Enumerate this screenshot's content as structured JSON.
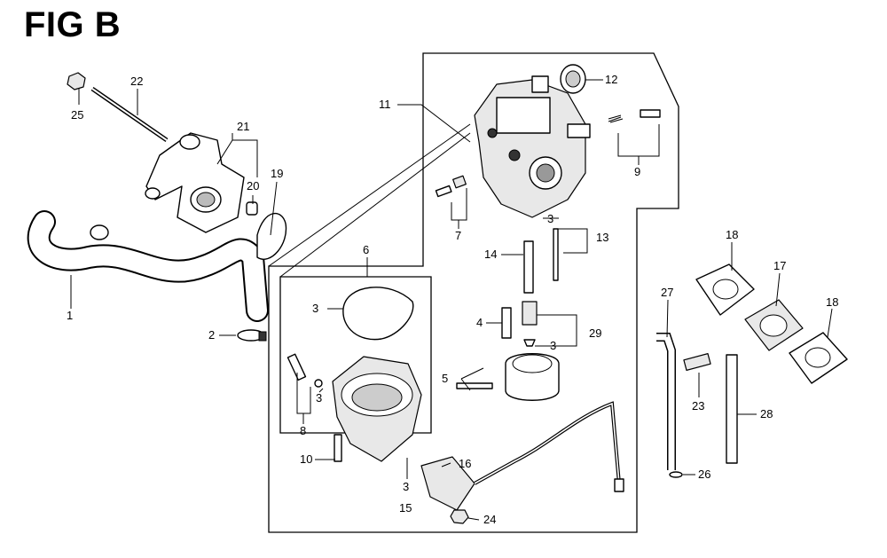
{
  "figure": {
    "title": "FIG B"
  },
  "callouts": [
    {
      "id": "c1",
      "text": "1"
    },
    {
      "id": "c2",
      "text": "2"
    },
    {
      "id": "c3a",
      "text": "3"
    },
    {
      "id": "c3b",
      "text": "3"
    },
    {
      "id": "c3c",
      "text": "3"
    },
    {
      "id": "c3d",
      "text": "3"
    },
    {
      "id": "c3e",
      "text": "3"
    },
    {
      "id": "c4",
      "text": "4"
    },
    {
      "id": "c5",
      "text": "5"
    },
    {
      "id": "c6",
      "text": "6"
    },
    {
      "id": "c7",
      "text": "7"
    },
    {
      "id": "c8",
      "text": "8"
    },
    {
      "id": "c9",
      "text": "9"
    },
    {
      "id": "c10",
      "text": "10"
    },
    {
      "id": "c11",
      "text": "11"
    },
    {
      "id": "c12",
      "text": "12"
    },
    {
      "id": "c13",
      "text": "13"
    },
    {
      "id": "c14",
      "text": "14"
    },
    {
      "id": "c15",
      "text": "15"
    },
    {
      "id": "c16",
      "text": "16"
    },
    {
      "id": "c17",
      "text": "17"
    },
    {
      "id": "c18a",
      "text": "18"
    },
    {
      "id": "c18b",
      "text": "18"
    },
    {
      "id": "c19",
      "text": "19"
    },
    {
      "id": "c20",
      "text": "20"
    },
    {
      "id": "c21",
      "text": "21"
    },
    {
      "id": "c22",
      "text": "22"
    },
    {
      "id": "c23",
      "text": "23"
    },
    {
      "id": "c24",
      "text": "24"
    },
    {
      "id": "c25",
      "text": "25"
    },
    {
      "id": "c26",
      "text": "26"
    },
    {
      "id": "c27",
      "text": "27"
    },
    {
      "id": "c28",
      "text": "28"
    },
    {
      "id": "c29",
      "text": "29"
    }
  ]
}
